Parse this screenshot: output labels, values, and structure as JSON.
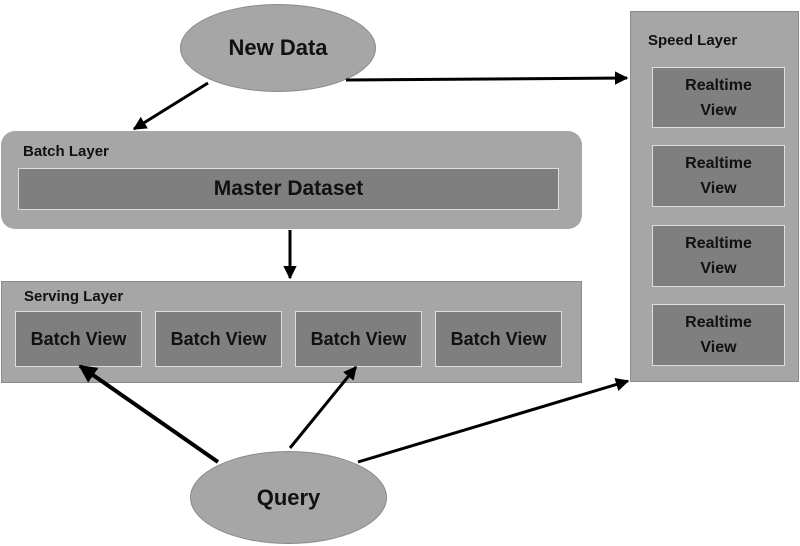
{
  "new_data": "New Data",
  "query": "Query",
  "batch_layer": {
    "title": "Batch Layer",
    "master_dataset": "Master Dataset"
  },
  "serving_layer": {
    "title": "Serving Layer",
    "views": [
      "Batch View",
      "Batch View",
      "Batch View",
      "Batch View"
    ]
  },
  "speed_layer": {
    "title": "Speed Layer",
    "views": [
      {
        "line1": "Realtime",
        "line2": "View"
      },
      {
        "line1": "Realtime",
        "line2": "View"
      },
      {
        "line1": "Realtime",
        "line2": "View"
      },
      {
        "line1": "Realtime",
        "line2": "View"
      }
    ]
  },
  "colors": {
    "node_fill": "#a6a6a6",
    "inner_box_fill": "#7f7f7f",
    "arrow": "#000000"
  }
}
